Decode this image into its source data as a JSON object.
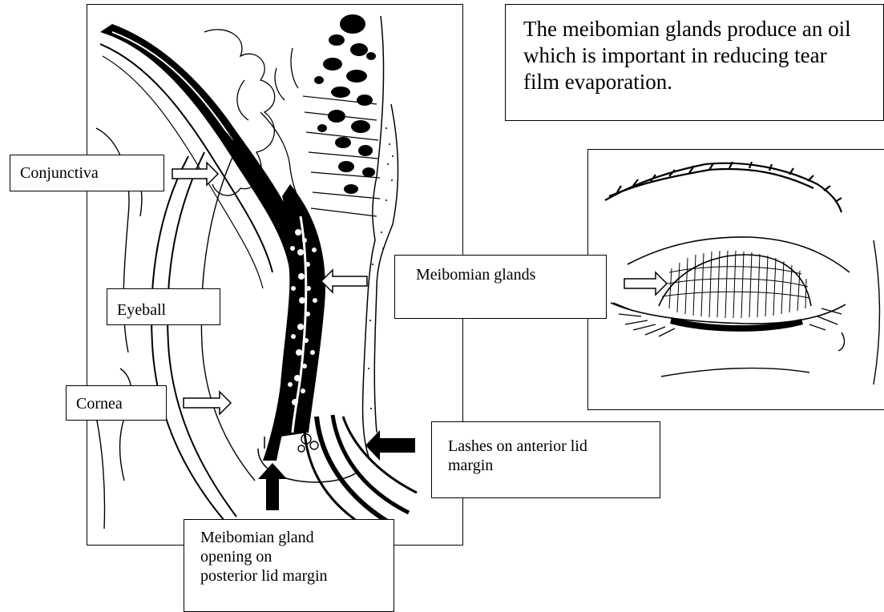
{
  "caption": {
    "text": "The meibomian glands produce an oil which is important in reducing tear film evaporation."
  },
  "labels": {
    "conjunctiva": "Conjunctiva",
    "eyeball": "Eyeball",
    "cornea": "Cornea",
    "meibomian_glands": "Meibomian glands",
    "lashes": "Lashes  on anterior lid\nmargin",
    "gland_opening": "Meibomian gland\nopening  on\nposterior lid margin"
  },
  "colors": {
    "ink": "#000000",
    "paper": "#ffffff",
    "outline_arrow": "#ffffff",
    "solid_arrow": "#000000"
  },
  "icons": {
    "outline_arrow": "hollow-right-arrow",
    "solid_arrow": "solid-arrow"
  }
}
